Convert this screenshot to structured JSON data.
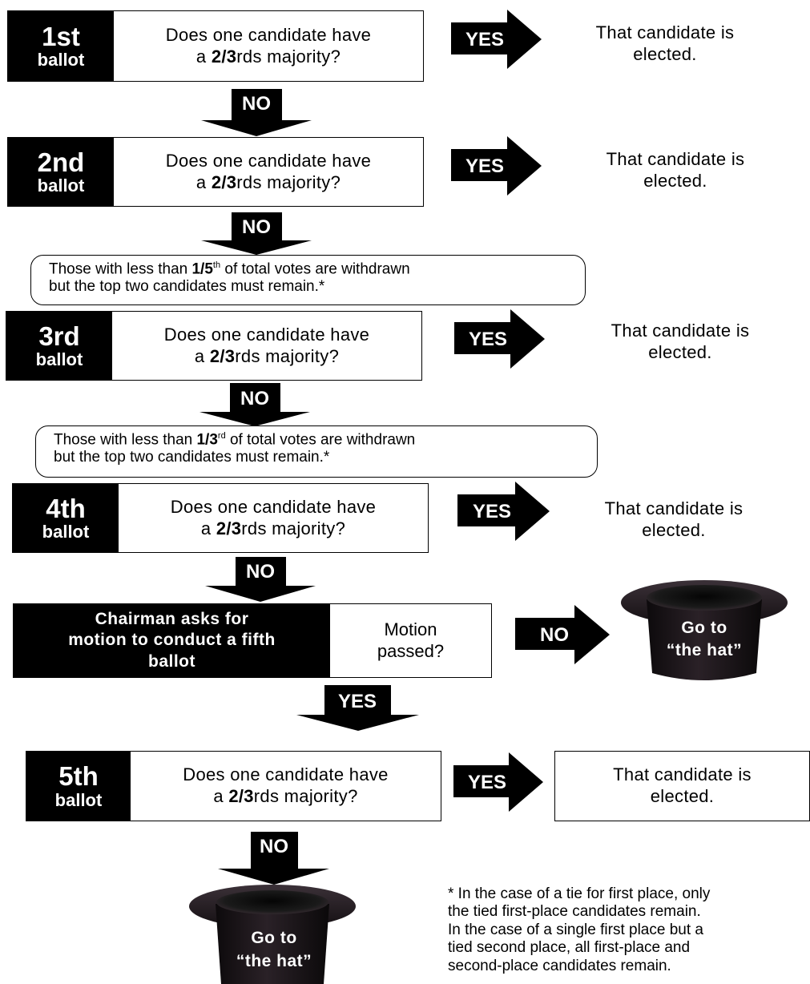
{
  "ballots": [
    {
      "num": "1st",
      "word": "ballot",
      "q1": "Does one candidate have",
      "q2_a": "a ",
      "q2_b": "2/3",
      "q2_c": "rds majority?",
      "yes": "YES",
      "outcome1": "That candidate is",
      "outcome2": "elected."
    },
    {
      "num": "2nd",
      "word": "ballot",
      "q1": "Does one candidate have",
      "q2_a": "a ",
      "q2_b": "2/3",
      "q2_c": "rds majority?",
      "yes": "YES",
      "outcome1": "That candidate is",
      "outcome2": "elected."
    },
    {
      "num": "3rd",
      "word": "ballot",
      "q1": "Does one candidate have",
      "q2_a": "a ",
      "q2_b": "2/3",
      "q2_c": "rds majority?",
      "yes": "YES",
      "outcome1": "That candidate is",
      "outcome2": "elected."
    },
    {
      "num": "4th",
      "word": "ballot",
      "q1": "Does one candidate have",
      "q2_a": "a ",
      "q2_b": "2/3",
      "q2_c": "rds majority?",
      "yes": "YES",
      "outcome1": "That candidate is",
      "outcome2": "elected."
    },
    {
      "num": "5th",
      "word": "ballot",
      "q1": "Does one candidate have",
      "q2_a": "a ",
      "q2_b": "2/3",
      "q2_c": "rds majority?",
      "yes": "YES",
      "outcome1": "That candidate is",
      "outcome2": "elected."
    }
  ],
  "arrows": {
    "no": "NO",
    "yes": "YES"
  },
  "notes": [
    {
      "a": "Those with less than ",
      "frac": "1/5",
      "sup": "th",
      "b": " of total votes are withdrawn",
      "line2": "but the top two candidates must remain.*"
    },
    {
      "a": "Those with less than ",
      "frac": "1/3",
      "sup": "rd",
      "b": " of total votes are withdrawn",
      "line2": "but the top two candidates must remain.*"
    }
  ],
  "chairman": {
    "l1": "Chairman asks for",
    "l2": "motion to conduct a fifth",
    "l3": "ballot",
    "q1": "Motion",
    "q2": "passed?"
  },
  "hat": {
    "l1": "Go to",
    "l2": "“the hat”"
  },
  "footnote": [
    "* In the case of a tie for first place, only",
    "the tied first-place candidates remain.",
    "In the case of a single first place but a",
    "tied second place, all first-place and",
    "second-place candidates remain."
  ]
}
